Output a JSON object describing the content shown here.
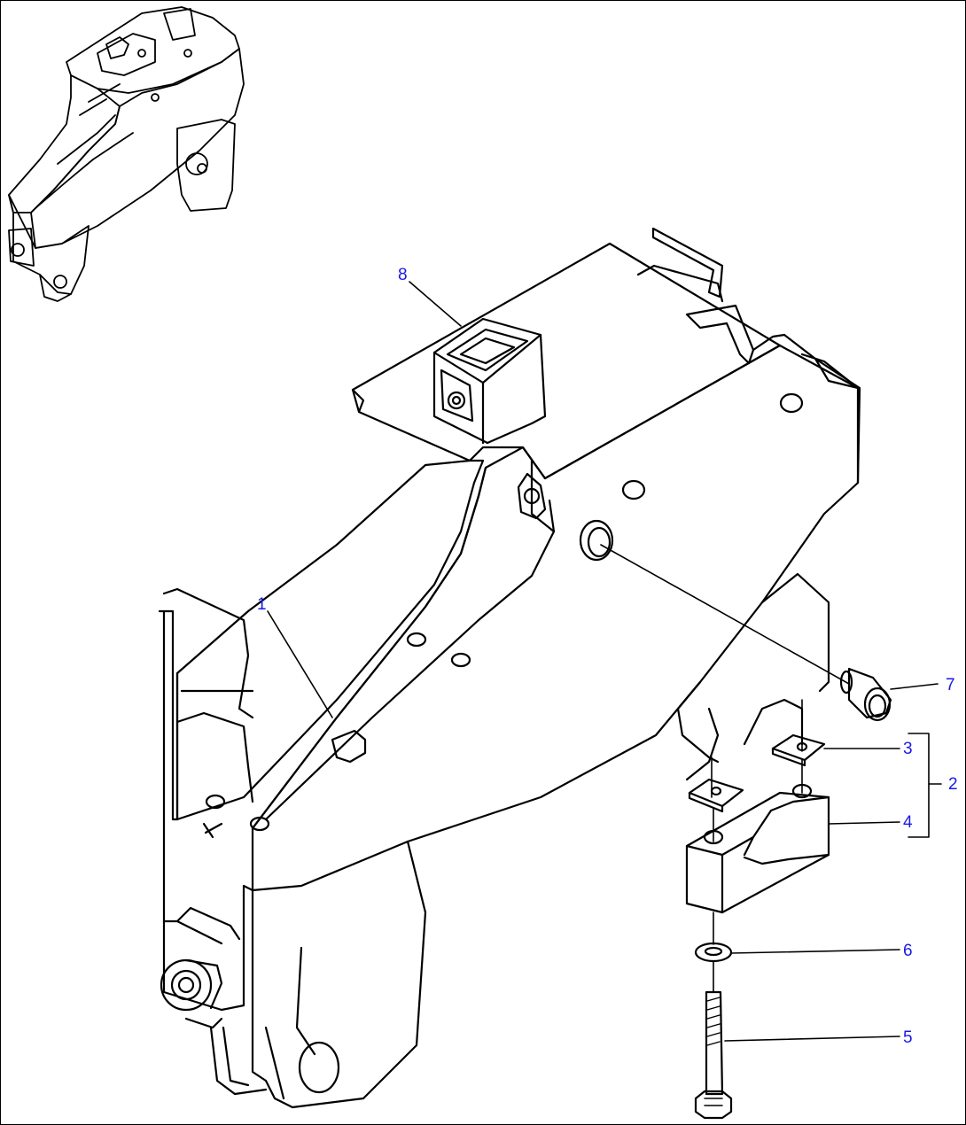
{
  "colors": {
    "line": "#000000",
    "callout_text": "#1a1ae6",
    "background": "#ffffff"
  },
  "callouts": {
    "c1": "1",
    "c2": "2",
    "c3": "3",
    "c4": "4",
    "c5": "5",
    "c6": "6",
    "c7": "7",
    "c8": "8"
  }
}
